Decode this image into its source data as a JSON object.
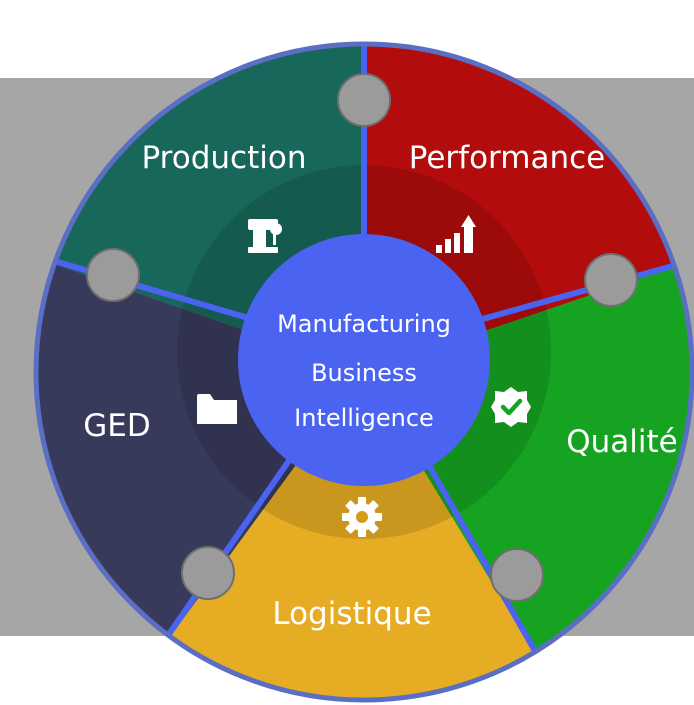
{
  "center": {
    "lines": [
      "Manufacturing",
      "Business",
      "Intelligence"
    ],
    "color": "#4a63f0"
  },
  "segments": [
    {
      "id": "production",
      "label": "Production",
      "color": "#17675b",
      "icon": "robot-arm-icon"
    },
    {
      "id": "performance",
      "label": "Performance",
      "color": "#b20c0c",
      "icon": "bar-chart-arrow-icon"
    },
    {
      "id": "qualite",
      "label": "Qualité",
      "color": "#16a322",
      "icon": "check-badge-icon"
    },
    {
      "id": "logistique",
      "label": "Logistique",
      "color": "#e6ac23",
      "icon": "gear-icon"
    },
    {
      "id": "ged",
      "label": "GED",
      "color": "#383a5c",
      "icon": "folder-icon"
    }
  ],
  "colors": {
    "band": "#a6a6a6",
    "rim": "#5a6fc4",
    "divider": "#4a63f0",
    "connector": "#9b9b9b"
  }
}
